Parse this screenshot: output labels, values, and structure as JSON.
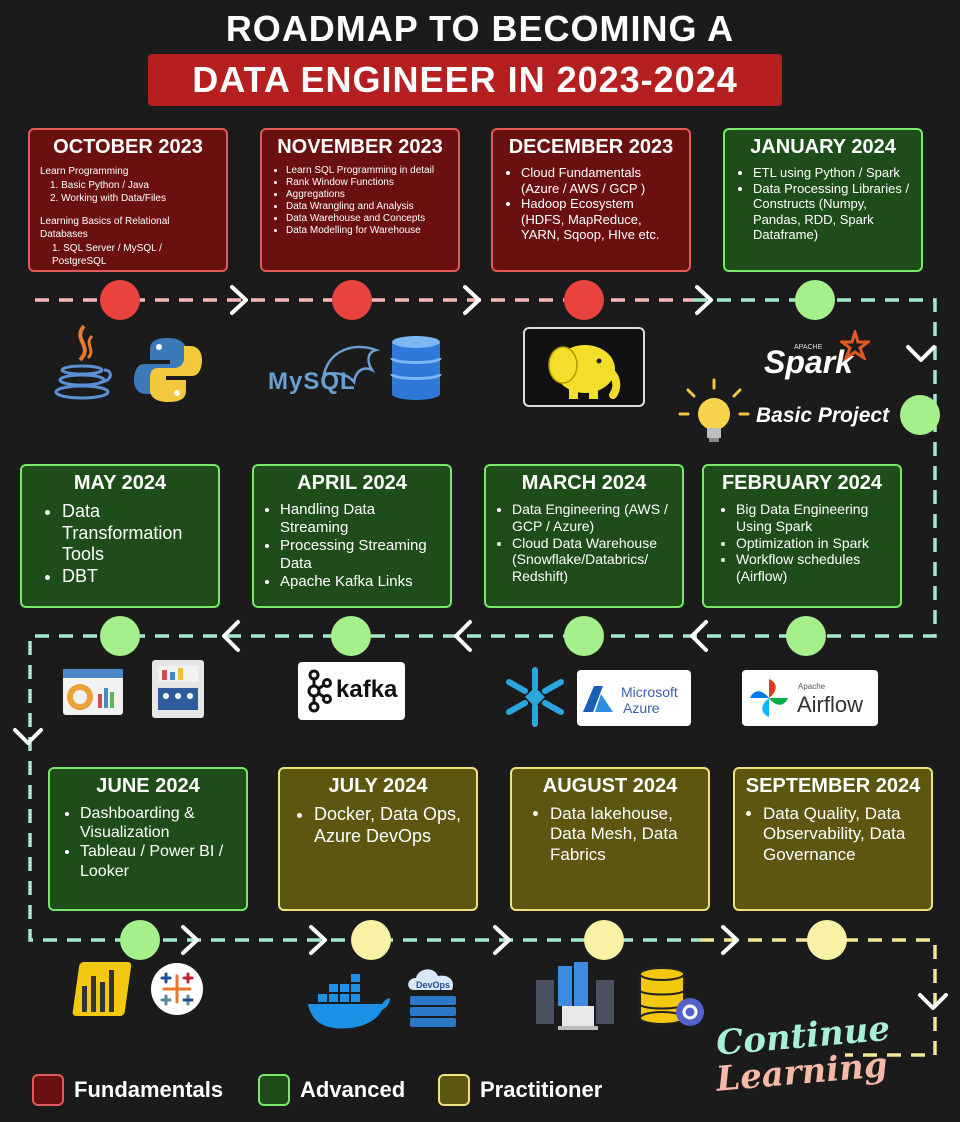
{
  "header": {
    "line1": "ROADMAP TO BECOMING A",
    "line2": "DATA ENGINEER IN 2023-2024"
  },
  "colors": {
    "fundamentals": "#6b1010",
    "advanced": "#1f4d1a",
    "practitioner": "#5c5610",
    "accent": "#b51f1f"
  },
  "months": {
    "oct": {
      "title": "OCTOBER 2023",
      "l1": "Learn Programming",
      "l2": "1. Basic Python / Java",
      "l3": "2. Working with Data/Files",
      "l4": "Learning Basics of Relational Databases",
      "l5": "1. SQL Server / MySQL / PostgreSQL"
    },
    "nov": {
      "title": "NOVEMBER 2023",
      "items": [
        "Learn SQL Programming in detail",
        "Rank Window Functions",
        "Aggregations",
        "Data Wrangling and Analysis",
        "Data Warehouse and Concepts",
        "Data Modelling for Warehouse"
      ]
    },
    "dec": {
      "title": "DECEMBER 2023",
      "items": [
        "Cloud Fundamentals (Azure / AWS / GCP )",
        "Hadoop Ecosystem (HDFS, MapReduce, YARN, Sqoop, HIve etc."
      ]
    },
    "jan": {
      "title": "JANUARY 2024",
      "items": [
        "ETL using Python / Spark",
        "Data Processing Libraries / Constructs (Numpy, Pandas, RDD, Spark Dataframe)"
      ]
    },
    "feb": {
      "title": "FEBRUARY 2024",
      "items": [
        "Big Data Engineering Using Spark",
        "Optimization in Spark",
        "Workflow schedules (Airflow)"
      ]
    },
    "mar": {
      "title": "MARCH 2024",
      "items": [
        "Data Engineering (AWS / GCP / Azure)",
        "Cloud Data Warehouse (Snowflake/Databrics/ Redshift)"
      ]
    },
    "apr": {
      "title": "APRIL 2024",
      "items": [
        "Handling Data Streaming",
        "Processing Streaming Data",
        "Apache Kafka Links"
      ]
    },
    "may": {
      "title": "MAY 2024",
      "items": [
        "Data Transformation Tools",
        "DBT"
      ]
    },
    "jun": {
      "title": "JUNE 2024",
      "items": [
        "Dashboarding & Visualization",
        "Tableau / Power BI / Looker"
      ]
    },
    "jul": {
      "title": "JULY 2024",
      "items": [
        "Docker, Data Ops, Azure DevOps"
      ]
    },
    "aug": {
      "title": "AUGUST 2024",
      "items": [
        "Data lakehouse, Data Mesh, Data Fabrics"
      ]
    },
    "sep": {
      "title": "SEPTEMBER 2024",
      "items": [
        "Data Quality, Data Observability, Data Governance"
      ]
    }
  },
  "logos": {
    "mysql": "MySQL",
    "spark_small": "APACHE",
    "spark": "Spark",
    "kafka": "kafka",
    "azure1": "Microsoft",
    "azure2": "Azure",
    "airflow_small": "Apache",
    "airflow": "Airflow",
    "devops": "DevOps"
  },
  "basic_project": "Basic Project",
  "continue1": "Continue",
  "continue2": "Learning",
  "legend": {
    "fundamentals": "Fundamentals",
    "advanced": "Advanced",
    "practitioner": "Practitioner"
  }
}
